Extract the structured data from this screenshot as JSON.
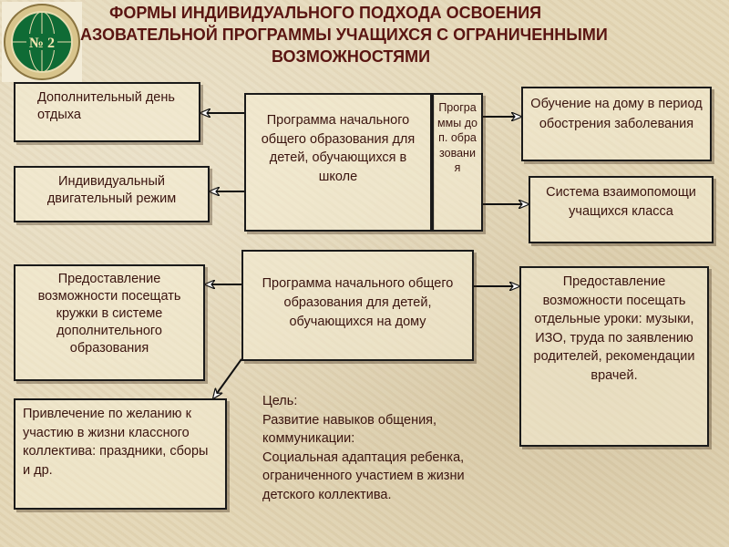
{
  "title": {
    "line1": "ФОРМЫ ИНДИВИДУАЛЬНОГО ПОДХОДА ОСВОЕНИЯ",
    "line2": "азовательной программы учащихся с ограниченными",
    "line3": "возможностями"
  },
  "logo": {
    "number": "№ 2"
  },
  "boxes": {
    "extra_day_off": "Дополнительный день отдыха",
    "individual_motor": "Индивидуальный двигательный режим",
    "clubs_access": "Предоставление возможности посещать кружки в системе дополнительного образования",
    "class_life": "Привлечение по желанию к участию в жизни классного коллектива: праздники, сборы и др.",
    "program_school": "Программа начального общего образования для детей, обучающихся в школе",
    "program_extra": "Программы доп. образования",
    "program_home": "Программа начального общего образования для детей, обучающихся на дому",
    "home_learning": "Обучение на дому в период обострения заболевания",
    "mutual_help": "Система взаимопомощи учащихся класса",
    "separate_lessons": "Предоставление возможности посещать отдельные уроки: музыки, ИЗО, труда по заявлению родителей, рекомендации врачей."
  },
  "goal": {
    "heading": "Цель:",
    "line1": "Развитие навыков общения,",
    "line2": "коммуникации:",
    "line3": "Социальная адаптация ребенка,",
    "line4": "ограниченного участием в жизни",
    "line5": "детского коллектива."
  },
  "colors": {
    "title": "#5a1512",
    "text": "#3a140f",
    "logo_green": "#0f6b35",
    "logo_ring": "#c8b27a"
  }
}
